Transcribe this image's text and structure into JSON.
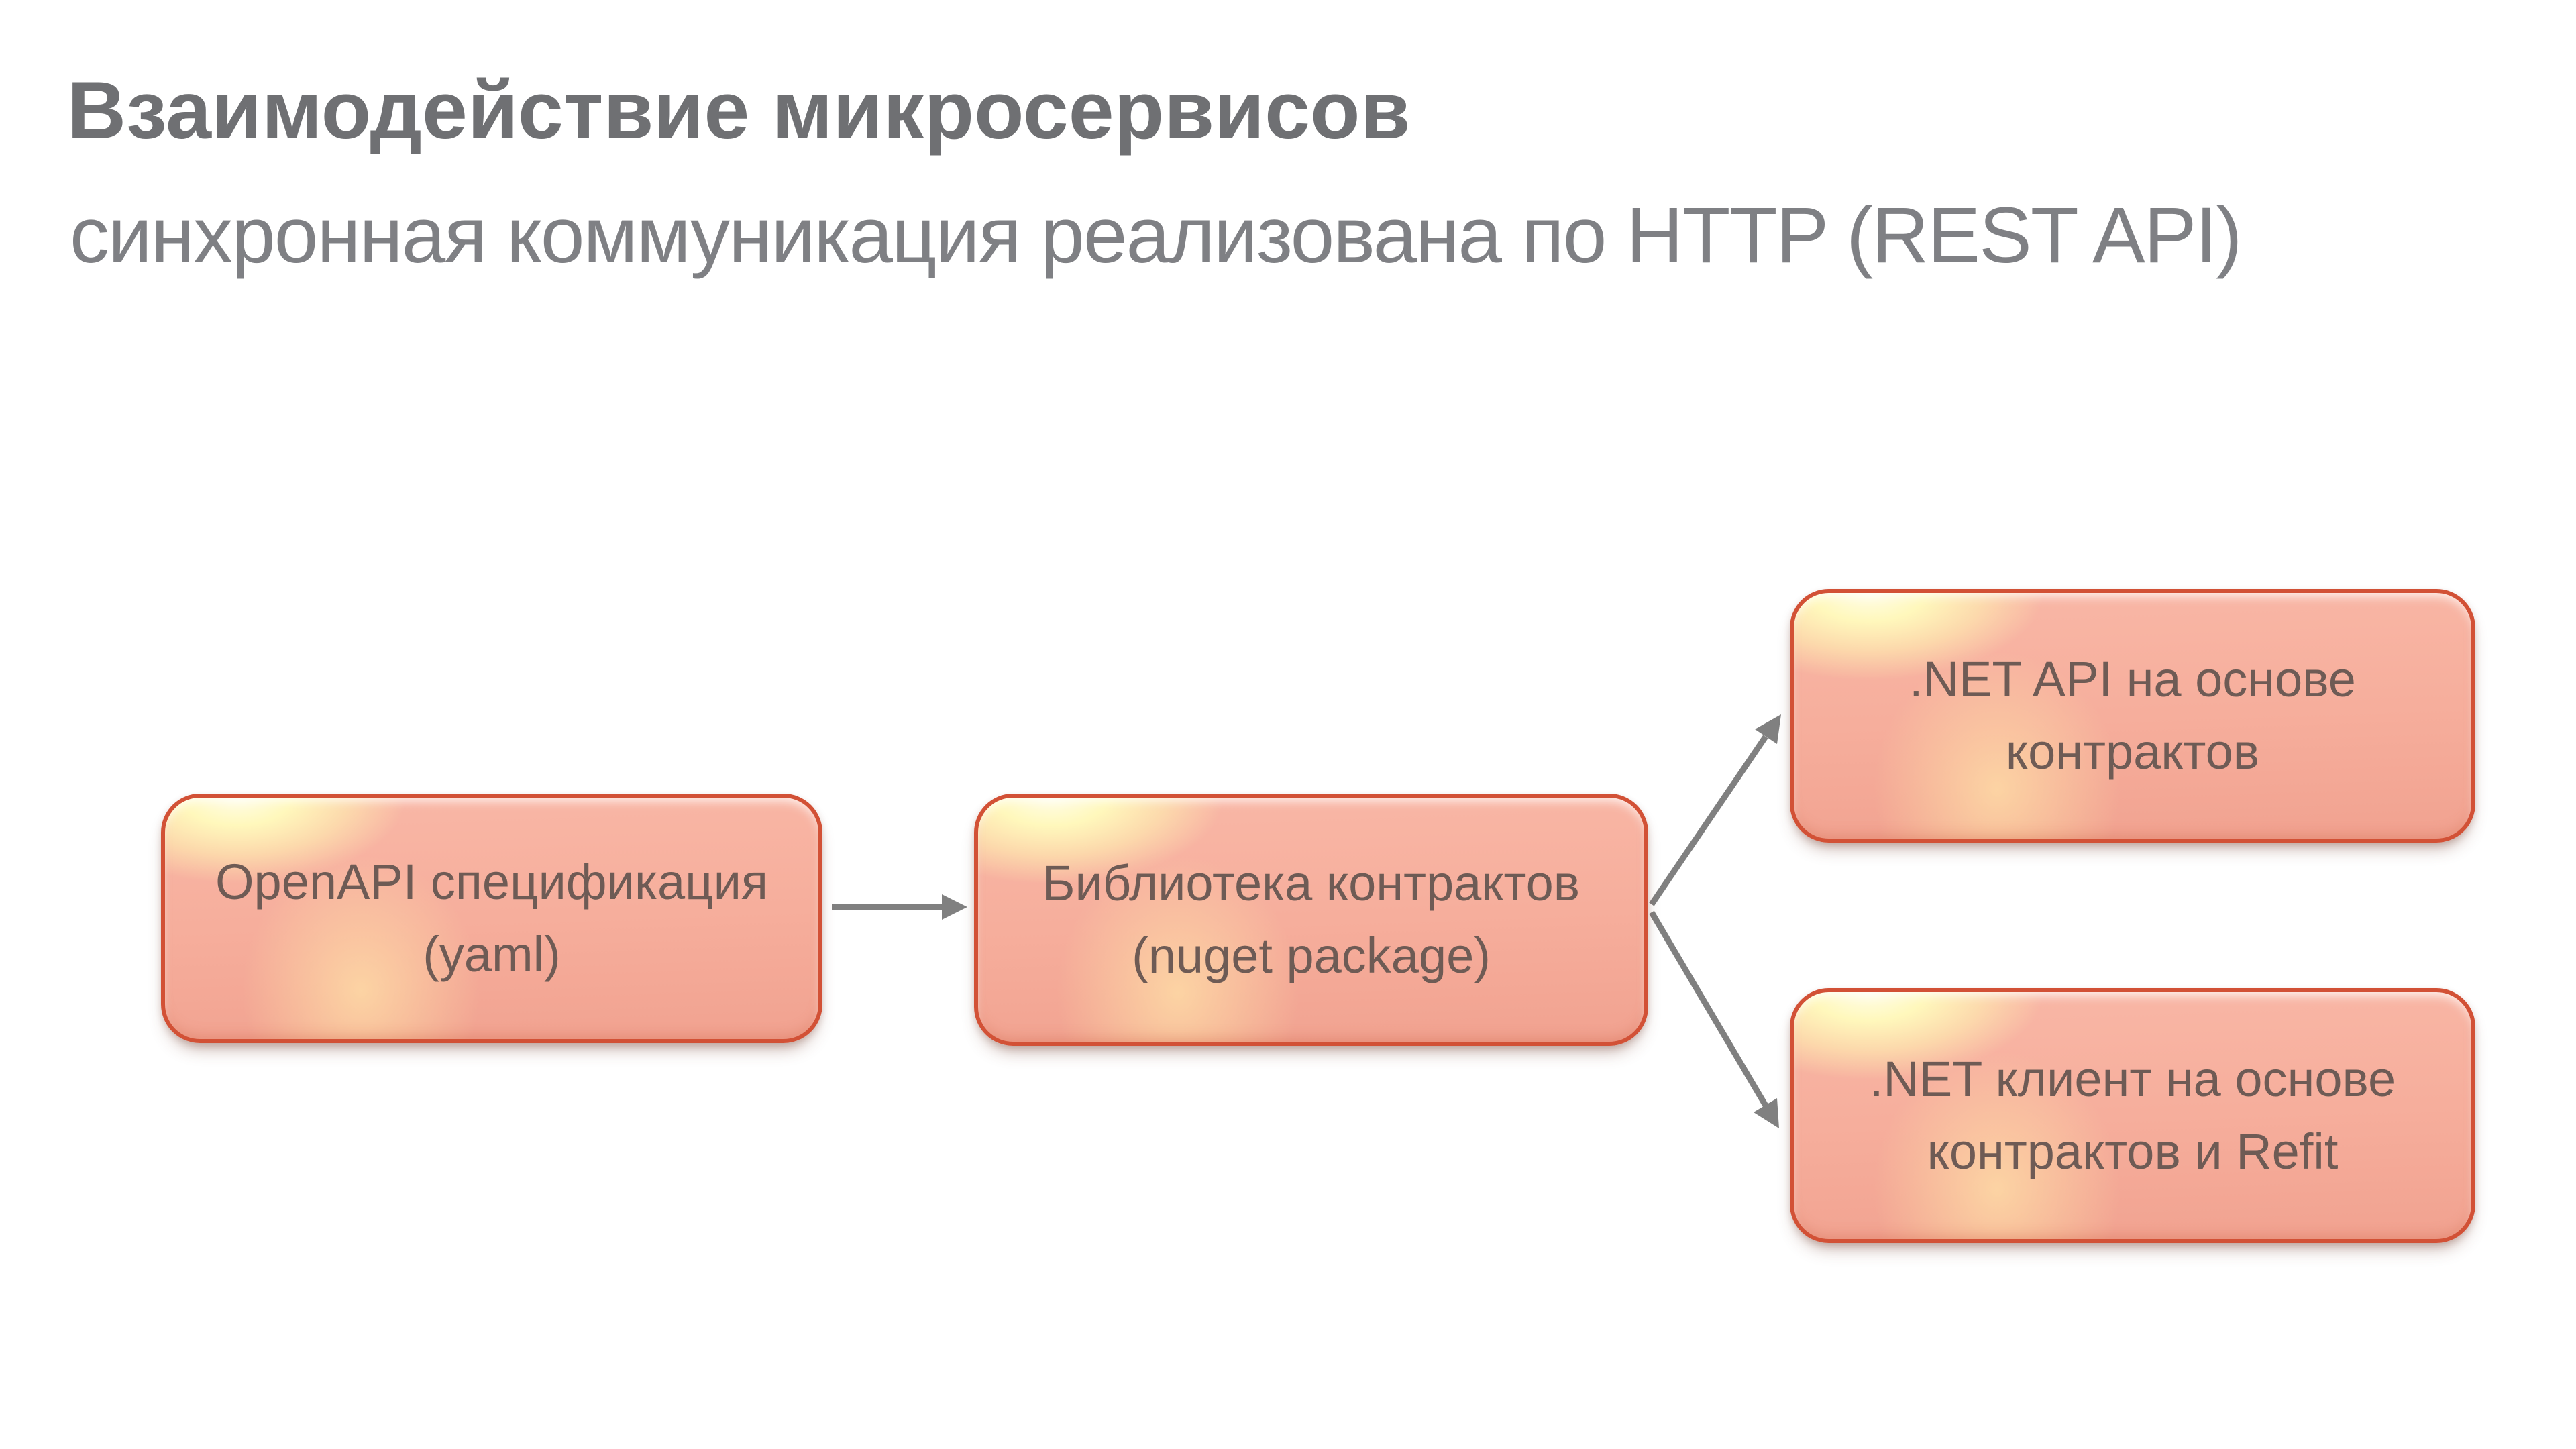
{
  "slide": {
    "title": "Взаимодействие микросервисов",
    "subtitle": "синхронная коммуникация реализована по HTTP (REST API)"
  },
  "diagram": {
    "type": "flowchart",
    "direction": "left-to-right",
    "nodes": [
      {
        "id": "openapi-spec",
        "line1": "OpenAPI спецификация",
        "line2": "(yaml)"
      },
      {
        "id": "contracts-library",
        "line1": "Библиотека контрактов",
        "line2": "(nuget package)"
      },
      {
        "id": "dotnet-api",
        "line1": ".NET API на основе",
        "line2": "контрактов"
      },
      {
        "id": "dotnet-client",
        "line1": ".NET клиент на основе",
        "line2": "контрактов и Refit"
      }
    ],
    "edges": [
      {
        "from": "openapi-spec",
        "to": "contracts-library"
      },
      {
        "from": "contracts-library",
        "to": "dotnet-api"
      },
      {
        "from": "contracts-library",
        "to": "dotnet-client"
      }
    ],
    "colors": {
      "node_fill": "#f6ae9c",
      "node_highlight": "#fff8bc",
      "node_border": "#d25136",
      "node_text": "#6e5b55",
      "arrow": "#808080",
      "title_text": "#6f7073",
      "subtitle_text": "#7f8084"
    }
  }
}
